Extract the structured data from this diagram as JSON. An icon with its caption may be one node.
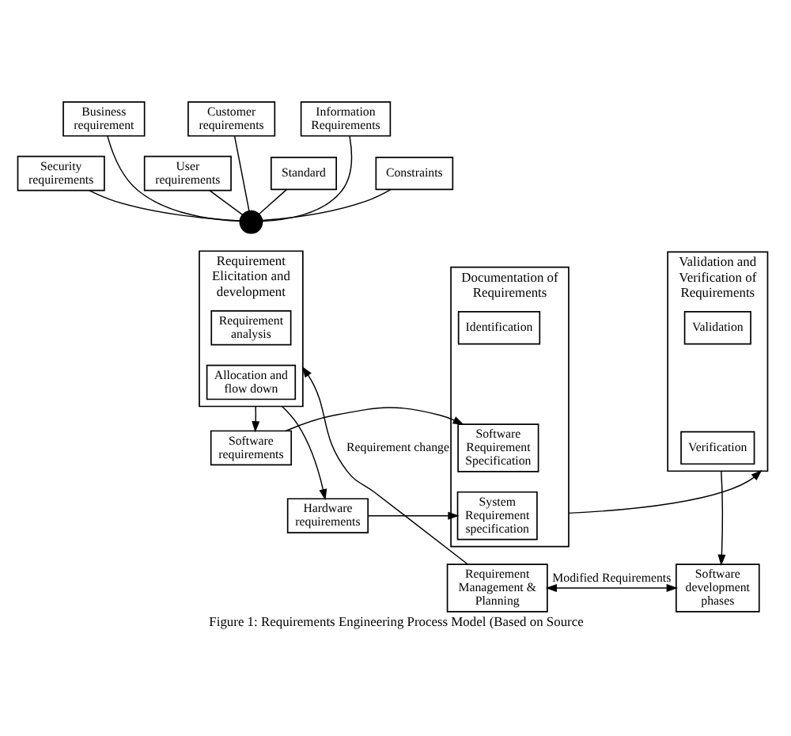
{
  "diagram": {
    "caption": "Figure 1: Requirements Engineering Process Model (Based on Source",
    "nodes": [
      {
        "text": [
          "Business requirement"
        ]
      },
      {
        "text": [
          "Customer requirements"
        ]
      },
      {
        "text": [
          "Information Requirements"
        ]
      },
      {
        "text": [
          "Security requirements"
        ]
      },
      {
        "text": [
          "User requirements"
        ]
      },
      {
        "text": [
          "Constraints"
        ]
      },
      {
        "text": [
          "Standard"
        ]
      },
      {
        "text": [],
        "shape": "circle"
      },
      {
        "text": [
          "Requirement Elicitation and development"
        ]
      },
      {
        "text": [
          "Requirement analysis"
        ],
        "in": 8
      },
      {
        "text": [
          "Allocation and flow down"
        ],
        "in": 8
      },
      {
        "text": [
          "Software requirements"
        ]
      },
      {
        "text": [
          "Hardware requirements"
        ]
      },
      {
        "text": [
          "Documentation of Requirements"
        ]
      },
      {
        "text": [
          "Identification"
        ],
        "in": 13
      },
      {
        "text": [
          "Software Requirement Specification"
        ],
        "in": 13
      },
      {
        "text": [
          "System Requirement specification"
        ],
        "in": 13
      },
      {
        "text": [
          "Validation and Verification of Requirements"
        ]
      },
      {
        "text": [
          "Validation"
        ],
        "in": 17
      },
      {
        "text": [
          "Verification"
        ],
        "in": 17
      },
      {
        "text": [
          "Requirement Management & Planning"
        ]
      },
      {
        "text": [
          "Software development phases"
        ]
      }
    ],
    "edges": [
      {
        "from": 0,
        "to": 7,
        "arrow": "none"
      },
      {
        "from": 1,
        "to": 7,
        "arrow": "none"
      },
      {
        "from": 2,
        "to": 7,
        "arrow": "none"
      },
      {
        "from": 3,
        "to": 7,
        "arrow": "none"
      },
      {
        "from": 4,
        "to": 7,
        "arrow": "none"
      },
      {
        "from": 5,
        "to": 7,
        "arrow": "none"
      },
      {
        "from": 6,
        "to": 7,
        "arrow": "none"
      },
      {
        "from": 8,
        "to": 11,
        "arrow": "to"
      },
      {
        "from": 8,
        "to": 12,
        "arrow": "to"
      },
      {
        "from": 11,
        "to": 15,
        "arrow": "to"
      },
      {
        "from": 12,
        "to": 16,
        "arrow": "to"
      },
      {
        "from": 13,
        "to": 17,
        "arrow": "to"
      },
      {
        "from": 17,
        "to": 21,
        "arrow": "to"
      },
      {
        "from": 20,
        "to": 21,
        "arrow": "both",
        "label": "Modified Requirements"
      },
      {
        "from": 20,
        "to": 8,
        "arrow": "to",
        "label": "Requirement change"
      }
    ]
  }
}
